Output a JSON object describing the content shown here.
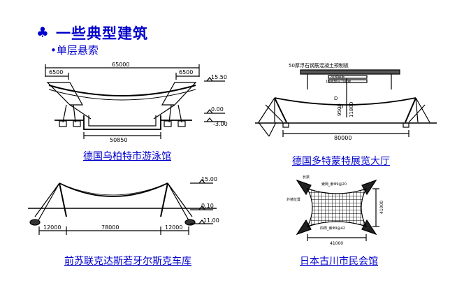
{
  "header": {
    "bullet_icon": "club-suit-icon",
    "title": "一些典型建筑",
    "subtitle": "单层悬索"
  },
  "figures": [
    {
      "caption": "德国乌柏特市游泳馆",
      "labels": {
        "span": "65000",
        "left_cantilever": "6500",
        "right_cantilever": "6500",
        "base": "50850",
        "elev_top": "15.50",
        "elev_ground": "0.00",
        "elev_bottom": "-3.00"
      }
    },
    {
      "caption": "德国多特蒙特展览大厅",
      "labels": {
        "top_note": "50厚浮石钢筋混凝土预制板",
        "note2": "20预制板二",
        "note3": "13钢预应力钢索",
        "span": "80000",
        "d1": "D",
        "d2": "D",
        "h1": "9500",
        "h2": "11800"
      }
    },
    {
      "caption": "前苏联克达斯若牙尔斯克车库",
      "labels": {
        "left": "12000",
        "center": "78000",
        "right": "12000",
        "elev_top": "15.00",
        "elev_mid": "0.10",
        "elev_bottom": "-11.00"
      }
    },
    {
      "caption": "日本古川市民会馆",
      "labels": {
        "l1": "长梁",
        "l2": "索网_索Φ9@20",
        "l3": "外墙位置",
        "l4": "四周_索Φ9@42",
        "dim_side": "41000",
        "dim_bottom": "41000"
      }
    }
  ]
}
